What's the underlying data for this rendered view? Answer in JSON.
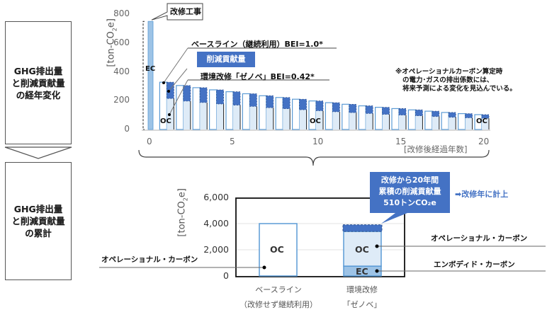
{
  "side": {
    "box1": "GHG排出量と削減貢献量の経年変化",
    "box2": "GHG排出量と削減貢献量の累計"
  },
  "colors": {
    "accent": "#4472C4",
    "light": "#DEEBF7",
    "ec": "#9DC3E6",
    "outline": "#5B9BD5"
  },
  "chart_data": [
    {
      "type": "bar",
      "title": "GHG排出量と削減貢献量の経年変化",
      "ylabel": "[ton-CO2e]",
      "xlabel": "[改修後経過年数]",
      "ylim": [
        0,
        800
      ],
      "yticks": [
        "0",
        "200",
        "400",
        "600",
        "800"
      ],
      "xticks": [
        "0",
        "5",
        "10",
        "15",
        "20"
      ],
      "ec_year0": 750,
      "years": [
        1,
        2,
        3,
        4,
        5,
        6,
        7,
        8,
        9,
        10,
        11,
        12,
        13,
        14,
        15,
        16,
        17,
        18,
        19,
        20
      ],
      "series": [
        {
          "name": "ベースライン（継続利用）BEI=1.0*",
          "values": [
            328,
            305,
            290,
            275,
            262,
            248,
            234,
            222,
            210,
            198,
            186,
            175,
            164,
            154,
            145,
            136,
            127,
            118,
            110,
            103
          ]
        },
        {
          "name": "削減貢献量",
          "values": [
            113,
            108,
            103,
            98,
            93,
            88,
            83,
            78,
            73,
            68,
            63,
            58,
            53,
            49,
            45,
            41,
            37,
            33,
            29,
            25
          ]
        }
      ],
      "labels": {
        "renovation_work": "改修工事",
        "baseline": "ベースライン（継続利用）BEI=1.0*",
        "reduction": "削減貢献量",
        "renovation": "環境改修「ゼノベ」BEI=0.42*",
        "ec": "EC",
        "oc": "OC",
        "note_lines": [
          "※オペレーショナルカーボン算定時",
          "の電力･ガスの排出係数には、",
          "将来予測による変化を見込んでいる。"
        ]
      }
    },
    {
      "type": "bar",
      "title": "GHG排出量と削減貢献量の累計",
      "ylabel": "[ton-CO2e]",
      "ylim": [
        0,
        6000
      ],
      "yticks": [
        "0",
        "2,000",
        "4,000",
        "6,000"
      ],
      "categories": [
        "ベースライン",
        "環境改修"
      ],
      "category_sub": [
        "（改修せず継続利用）",
        "「ゼノベ」"
      ],
      "baseline_oc": 4000,
      "renovation_ec": 750,
      "renovation_oc": 2650,
      "reduction": 510,
      "callout_lines": [
        "改修から20年間",
        "累積の削減貢献量",
        "510トンCO₂e"
      ],
      "callout_side": "➡改修年に計上",
      "oc_label": "OC",
      "ec_label": "EC",
      "operational_carbon": "オペレーショナル・カーボン",
      "embodied_carbon": "エンボディド・カーボン"
    }
  ]
}
